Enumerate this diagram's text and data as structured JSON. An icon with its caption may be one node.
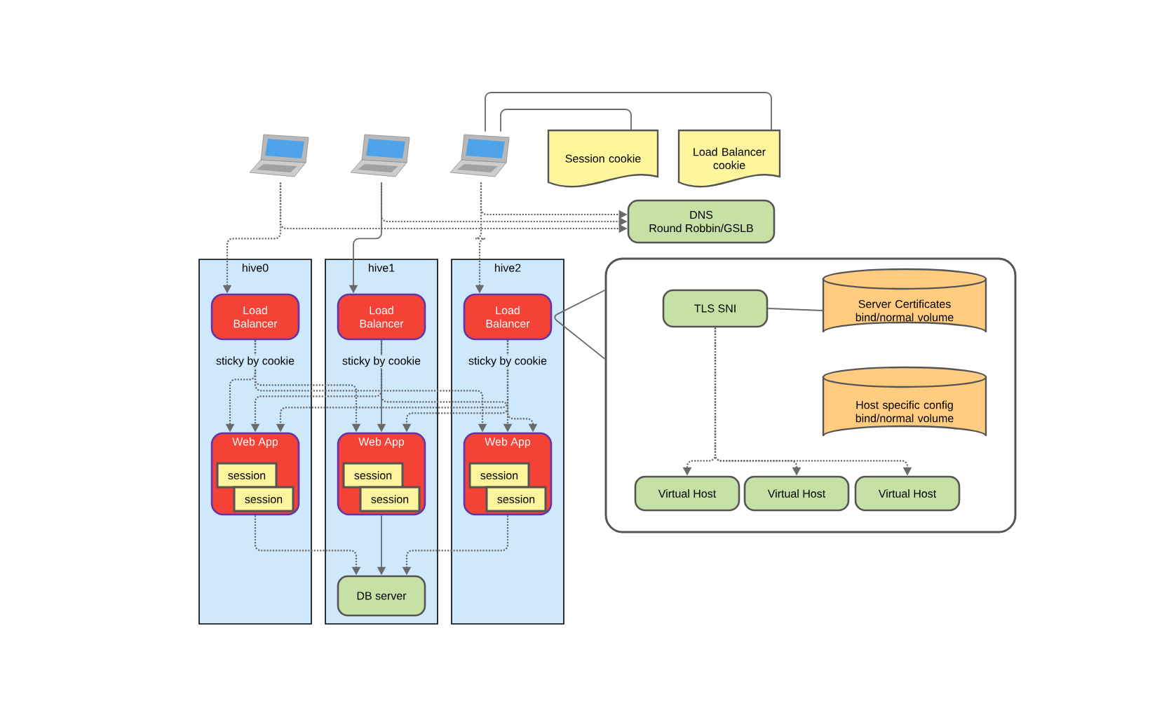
{
  "diagram": {
    "nodes": [
      {
        "text": [],
        "shape": "picture"
      },
      {
        "text": [],
        "shape": "picture"
      },
      {
        "text": [],
        "shape": "picture"
      },
      {
        "text": [
          "Session cookie"
        ]
      },
      {
        "text": [
          "Load Balancer cookie"
        ]
      },
      {
        "text": [
          "DNS",
          "Round Robbin/GSLB"
        ]
      },
      {
        "text": [
          "hive0"
        ]
      },
      {
        "text": [
          "hive1"
        ]
      },
      {
        "text": [
          "hive2"
        ]
      },
      {
        "text": [
          "Load Balancer"
        ],
        "in": 6
      },
      {
        "text": [
          "Load Balancer"
        ],
        "in": 7
      },
      {
        "text": [
          "Load Balancer"
        ],
        "in": 8
      },
      {
        "text": [
          "Web App"
        ],
        "in": 6
      },
      {
        "text": [
          "session"
        ],
        "in": 12
      },
      {
        "text": [
          "session"
        ],
        "in": 12
      },
      {
        "text": [
          "Web App"
        ],
        "in": 7
      },
      {
        "text": [
          "session"
        ],
        "in": 15
      },
      {
        "text": [
          "session"
        ],
        "in": 15
      },
      {
        "text": [
          "Web App"
        ],
        "in": 8
      },
      {
        "text": [
          "session"
        ],
        "in": 18
      },
      {
        "text": [
          "session"
        ],
        "in": 18
      },
      {
        "text": [
          "DB server"
        ],
        "in": 7
      },
      {
        "text": [],
        "shape": "box"
      },
      {
        "text": [
          "TLS SNI"
        ],
        "in": 22
      },
      {
        "text": [
          "Server Certificates bind/normal volume"
        ],
        "in": 22
      },
      {
        "text": [
          "Host specific config bind/normal volume"
        ],
        "in": 22
      },
      {
        "text": [
          "Virtual Host"
        ],
        "in": 22
      },
      {
        "text": [
          "Virtual Host"
        ],
        "in": 22
      },
      {
        "text": [
          "Virtual Host"
        ],
        "in": 22
      }
    ],
    "edges": [
      {
        "from": 0,
        "to": 5,
        "arrow": "to",
        "style": "dashed"
      },
      {
        "from": 1,
        "to": 5,
        "arrow": "to",
        "style": "dashed"
      },
      {
        "from": 2,
        "to": 5,
        "arrow": "to",
        "style": "dashed"
      },
      {
        "from": 2,
        "to": 3,
        "arrow": "none"
      },
      {
        "from": 2,
        "to": 4,
        "arrow": "none"
      },
      {
        "from": 0,
        "to": 9,
        "arrow": "to",
        "style": "dashed"
      },
      {
        "from": 1,
        "to": 10,
        "arrow": "to"
      },
      {
        "from": 2,
        "to": 11,
        "arrow": "to",
        "style": "dashed"
      },
      {
        "from": 9,
        "to": 12,
        "arrow": "to",
        "style": "dashed",
        "label": "sticky by cookie"
      },
      {
        "from": 9,
        "to": 15,
        "arrow": "to",
        "style": "dashed"
      },
      {
        "from": 9,
        "to": 18,
        "arrow": "to",
        "style": "dashed"
      },
      {
        "from": 10,
        "to": 12,
        "arrow": "to",
        "style": "dashed"
      },
      {
        "from": 10,
        "to": 15,
        "arrow": "to",
        "label": "sticky by cookie"
      },
      {
        "from": 10,
        "to": 18,
        "arrow": "to",
        "style": "dashed"
      },
      {
        "from": 11,
        "to": 12,
        "arrow": "to",
        "style": "dashed"
      },
      {
        "from": 11,
        "to": 15,
        "arrow": "to",
        "style": "dashed"
      },
      {
        "from": 11,
        "to": 18,
        "arrow": "to",
        "style": "dashed",
        "label": "sticky by cookie"
      },
      {
        "from": 12,
        "to": 21,
        "arrow": "to",
        "style": "dashed"
      },
      {
        "from": 15,
        "to": 21,
        "arrow": "to"
      },
      {
        "from": 18,
        "to": 21,
        "arrow": "to",
        "style": "dashed"
      },
      {
        "from": 11,
        "to": 22,
        "arrow": "none"
      },
      {
        "from": 23,
        "to": 24,
        "arrow": "none"
      },
      {
        "from": 23,
        "to": 26,
        "arrow": "to",
        "style": "dashed"
      },
      {
        "from": 23,
        "to": 27,
        "arrow": "to",
        "style": "dashed"
      },
      {
        "from": 23,
        "to": 28,
        "arrow": "to",
        "style": "dashed"
      }
    ]
  }
}
